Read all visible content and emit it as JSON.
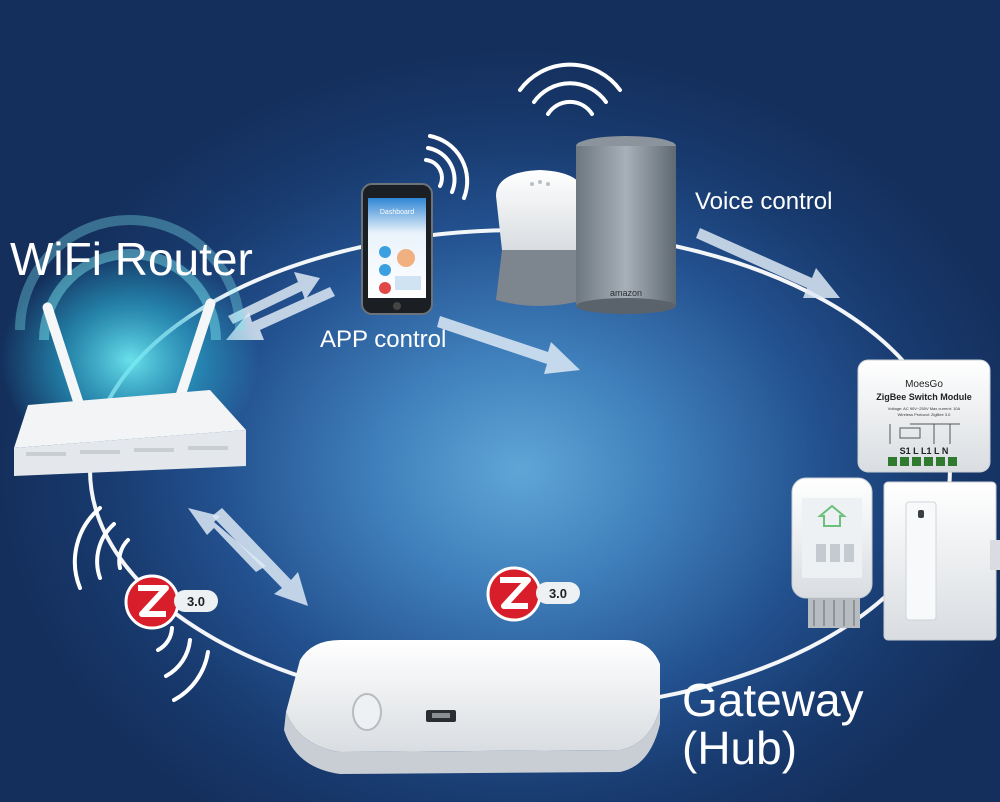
{
  "labels": {
    "wifi_router": "WiFi Router",
    "app_control": "APP control",
    "voice_control": "Voice control",
    "gateway_line1": "Gateway",
    "gateway_line2": "(Hub)"
  },
  "zigbee_badge": {
    "version": "3.0"
  },
  "phone_screen": {
    "title": "Dashboard"
  },
  "speaker_brand": "amazon",
  "switch_module": {
    "brand": "MoesGo",
    "name": "ZigBee Switch Module",
    "spec_line1": "Voltage: AC 90V~250V   Max current: 10A",
    "spec_line2": "Wireless Protocol: ZigBee 3.0",
    "terminals": "S1 L  L1  L  N"
  },
  "colors": {
    "background_center": "#5fa6d6",
    "background_edge": "#142f5c",
    "device_white": "#f2f4f6",
    "zigbee_red": "#d81e2a",
    "router_glow": "#4fd6e6"
  },
  "icons": [
    "wifi-waves-icon",
    "zigbee-logo-icon",
    "flow-arrow-icon"
  ]
}
